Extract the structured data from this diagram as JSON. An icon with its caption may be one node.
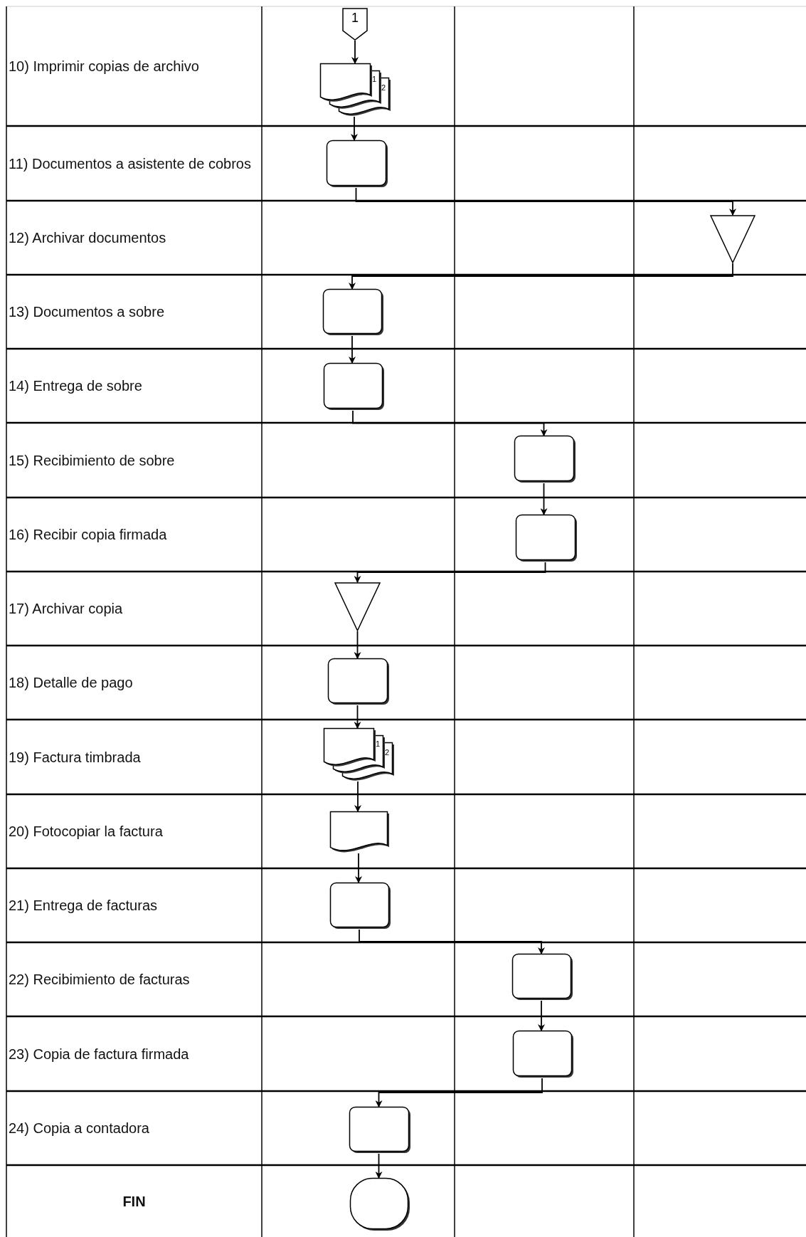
{
  "diagram": {
    "nodes": [
      {
        "text": [
          "1"
        ]
      },
      {
        "text": [
          "1",
          "2"
        ]
      },
      {
        "text": [],
        "shape": "box"
      },
      {
        "text": [],
        "shape": "triangle"
      },
      {
        "text": [],
        "shape": "box"
      },
      {
        "text": [],
        "shape": "box"
      },
      {
        "text": [],
        "shape": "box"
      },
      {
        "text": [],
        "shape": "box"
      },
      {
        "text": [],
        "shape": "triangle"
      },
      {
        "text": [],
        "shape": "box"
      },
      {
        "text": [
          "1",
          "2"
        ]
      },
      {
        "text": [],
        "shape": "document"
      },
      {
        "text": [],
        "shape": "box"
      },
      {
        "text": [],
        "shape": "box"
      },
      {
        "text": [],
        "shape": "box"
      },
      {
        "text": [],
        "shape": "box"
      },
      {
        "text": [],
        "shape": "oval"
      }
    ],
    "edges": [
      {
        "from": 0,
        "to": 1,
        "arrow": "to"
      },
      {
        "from": 1,
        "to": 2,
        "arrow": "to"
      },
      {
        "from": 2,
        "to": 3,
        "arrow": "to"
      },
      {
        "from": 3,
        "to": 4,
        "arrow": "to"
      },
      {
        "from": 4,
        "to": 5,
        "arrow": "to"
      },
      {
        "from": 5,
        "to": 6,
        "arrow": "to"
      },
      {
        "from": 6,
        "to": 7,
        "arrow": "to"
      },
      {
        "from": 7,
        "to": 8,
        "arrow": "to"
      },
      {
        "from": 8,
        "to": 9,
        "arrow": "to"
      },
      {
        "from": 9,
        "to": 10,
        "arrow": "to"
      },
      {
        "from": 10,
        "to": 11,
        "arrow": "to"
      },
      {
        "from": 11,
        "to": 12,
        "arrow": "to"
      },
      {
        "from": 12,
        "to": 13,
        "arrow": "to"
      },
      {
        "from": 13,
        "to": 14,
        "arrow": "to"
      },
      {
        "from": 14,
        "to": 15,
        "arrow": "to"
      },
      {
        "from": 15,
        "to": 16,
        "arrow": "to"
      }
    ],
    "labels": [
      "10) Imprimir copias de archivo",
      "11) Documentos a asistente de cobros",
      "12) Archivar documentos",
      "13) Documentos a sobre",
      "14) Entrega de sobre",
      "15) Recibimiento de sobre",
      "16) Recibir copia firmada",
      "17) Archivar copia",
      "18) Detalle de pago",
      "19) Factura timbrada",
      "20) Fotocopiar la factura",
      "21) Entrega de facturas",
      "22) Recibimiento de facturas",
      "23) Copia de factura firmada",
      "24) Copia a contadora",
      "FIN"
    ]
  }
}
